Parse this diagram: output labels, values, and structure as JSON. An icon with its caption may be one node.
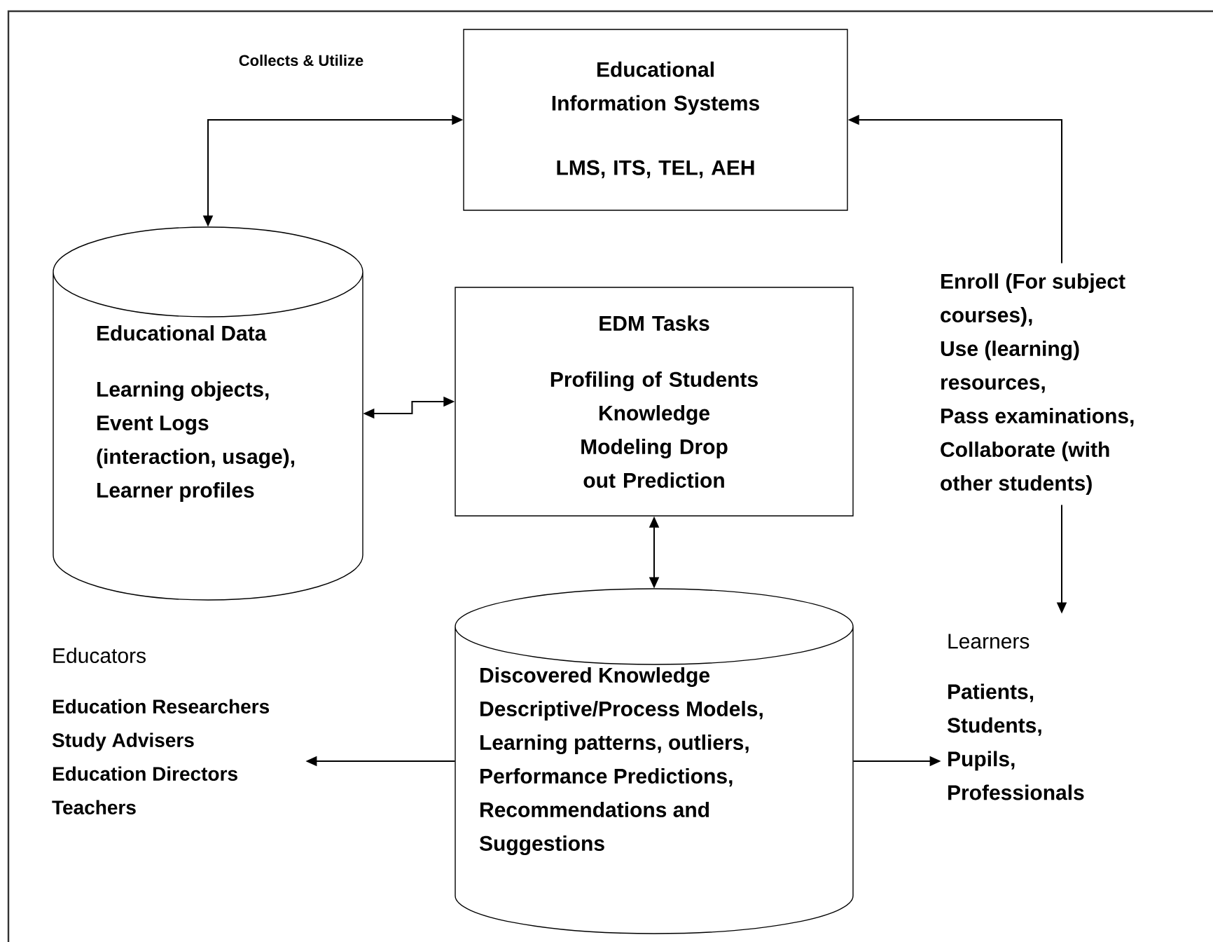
{
  "diagram": {
    "nodes": [
      {
        "text": [
          "Educational Information Systems",
          "LMS, ITS, TEL, AEH"
        ]
      },
      {
        "text": [
          "Educational Data",
          "Learning objects, Event Logs (interaction, usage), Learner profiles"
        ]
      },
      {
        "text": [
          "EDM Tasks",
          "Profiling of Students Knowledge Modeling Drop out Prediction"
        ]
      },
      {
        "text": [
          "Discovered Knowledge",
          "Descriptive/Process Models, Learning patterns, outliers, Performance Predictions, Recommendations and Suggestions"
        ]
      },
      {
        "text": [
          "Educators",
          "Education Researchers",
          "Study Advisers",
          "Education Directors",
          "Teachers"
        ]
      },
      {
        "text": [
          "Learners",
          "Patients, Students, Pupils, Professionals"
        ]
      },
      {
        "text": [
          "Enroll (For subject courses),",
          "Use (learning) resources,",
          "Pass examinations,",
          "Collaborate (with other students)"
        ]
      }
    ],
    "edges": [
      {
        "from": 1,
        "to": 0,
        "arrow": "both",
        "label": "Collects & Utilize"
      },
      {
        "from": 1,
        "to": 2,
        "arrow": "both"
      },
      {
        "from": 2,
        "to": 3,
        "arrow": "both"
      },
      {
        "from": 3,
        "to": 4,
        "arrow": "to"
      },
      {
        "from": 3,
        "to": 5,
        "arrow": "to"
      },
      {
        "from": 6,
        "to": 0,
        "arrow": "to"
      },
      {
        "from": 6,
        "to": 5,
        "arrow": "to"
      }
    ]
  }
}
